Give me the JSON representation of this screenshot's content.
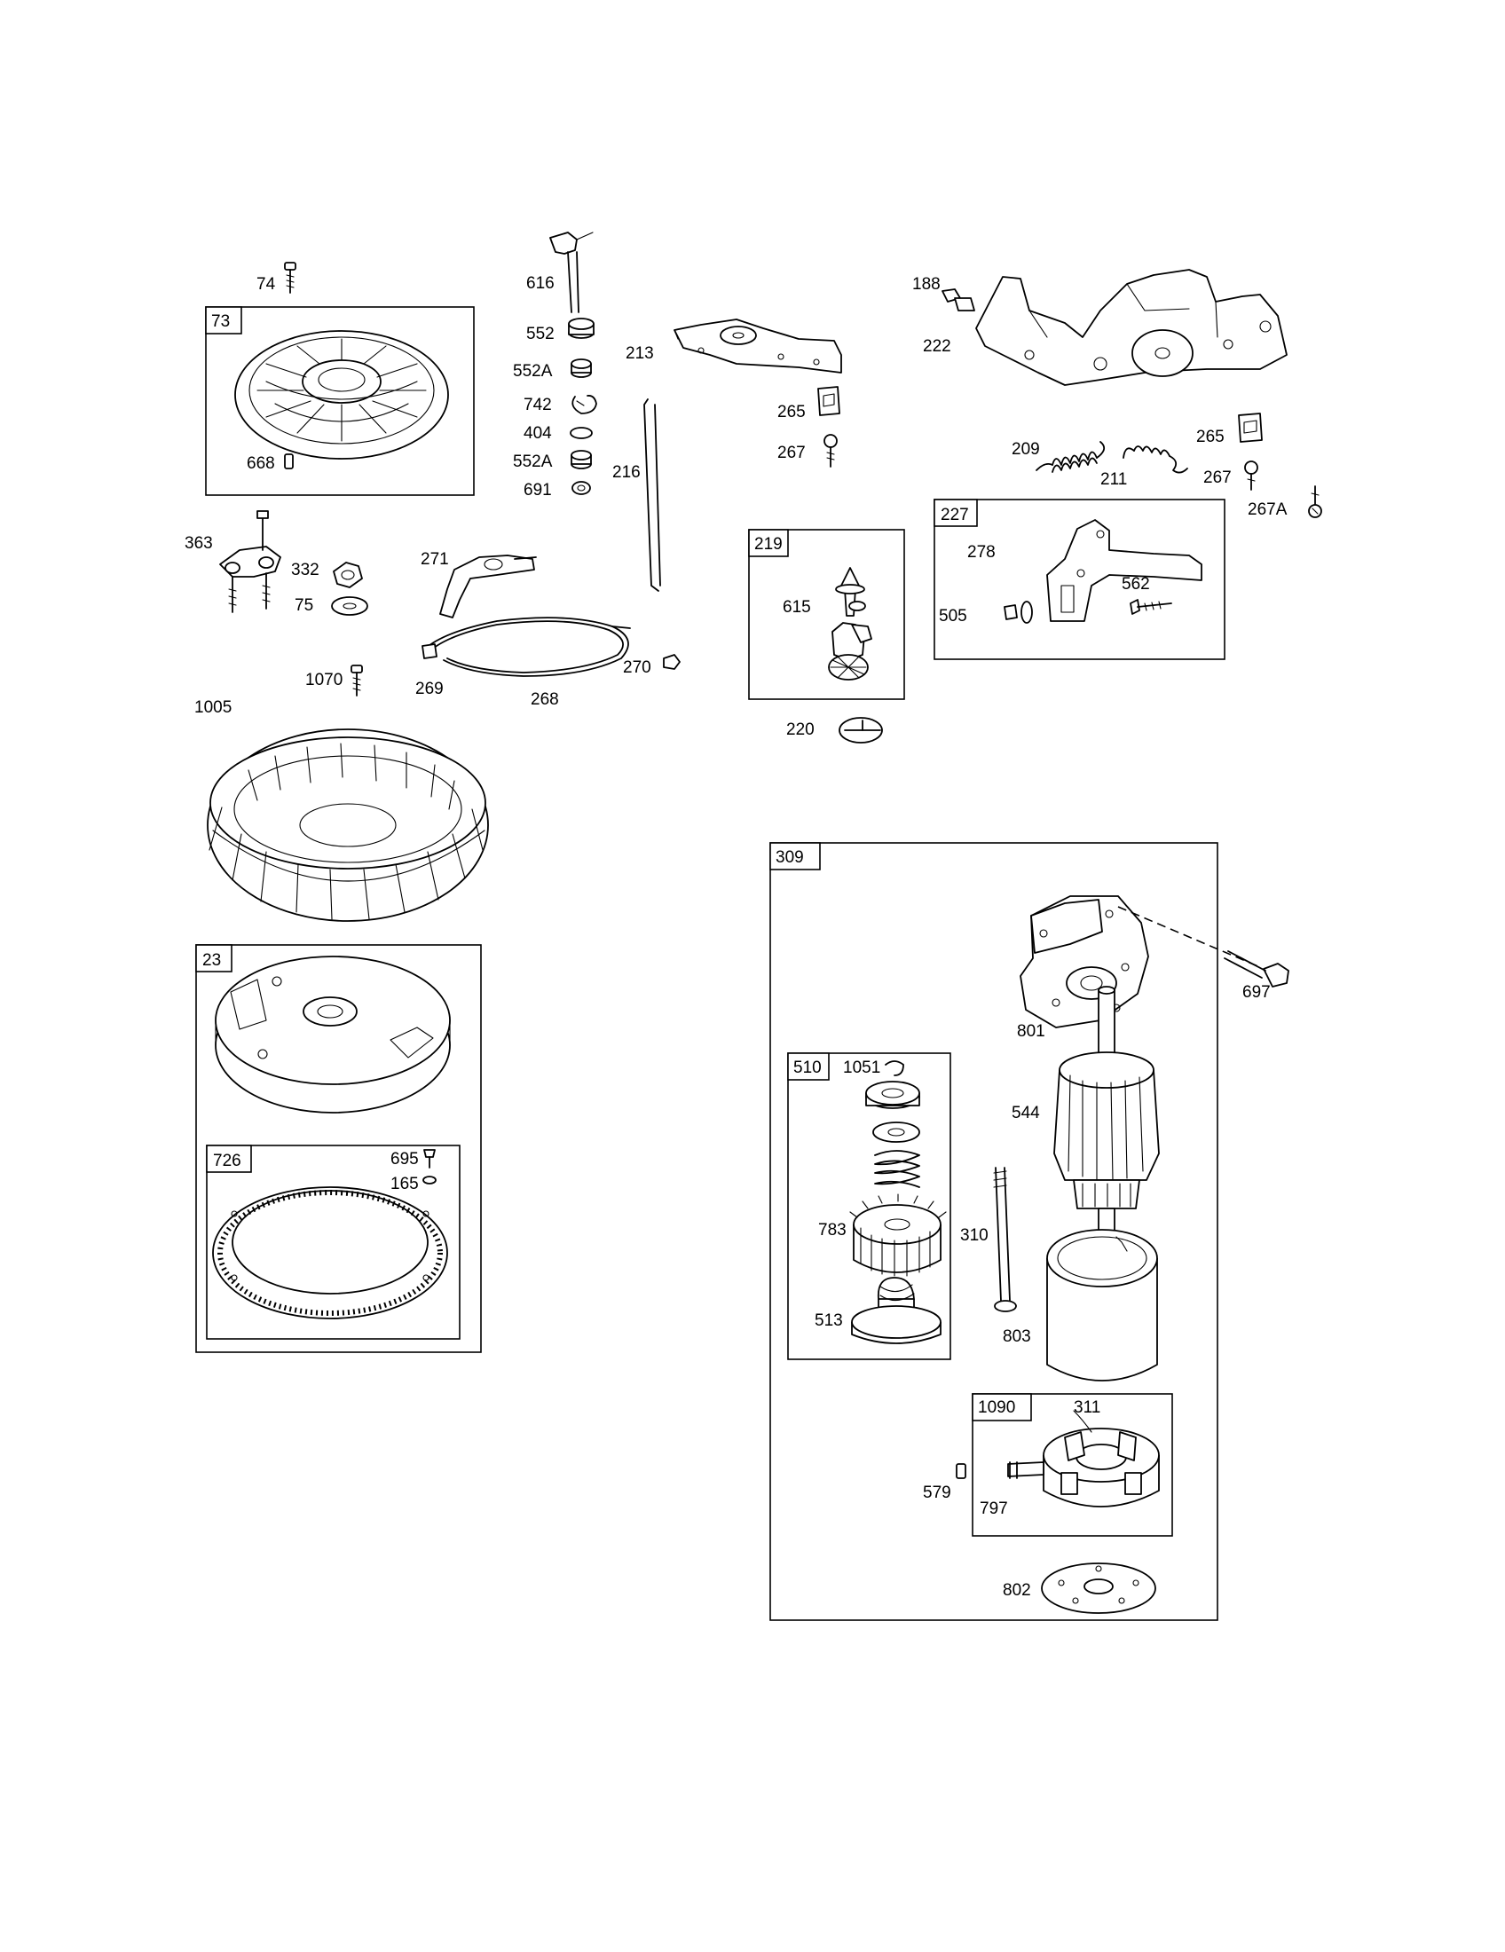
{
  "diagram": {
    "callouts": [
      "74",
      "73",
      "668",
      "616",
      "552",
      "552A",
      "742",
      "404",
      "552A",
      "691",
      "216",
      "213",
      "265",
      "267",
      "188",
      "222",
      "209",
      "211",
      "265",
      "267",
      "267A",
      "227",
      "278",
      "562",
      "505",
      "219",
      "615",
      "220",
      "363",
      "332",
      "75",
      "271",
      "269",
      "268",
      "270",
      "1070",
      "1005",
      "23",
      "726",
      "695",
      "165",
      "309",
      "801",
      "697",
      "510",
      "1051",
      "544",
      "783",
      "310",
      "513",
      "803",
      "1090",
      "311",
      "579",
      "797",
      "802"
    ]
  }
}
